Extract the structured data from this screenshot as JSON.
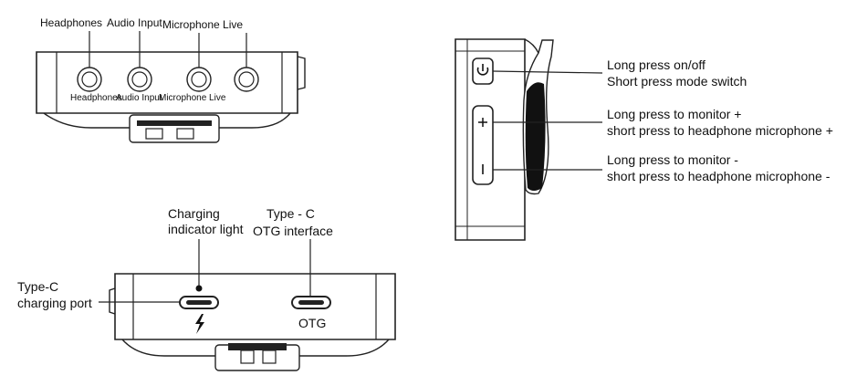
{
  "top_view": {
    "header_labels": {
      "headphones": "Headphones",
      "audio_input": "Audio Input",
      "microphone_live": "Microphone Live"
    },
    "port_labels": {
      "headphones": "Headphones",
      "audio_input": "Audio Input",
      "microphone_live": "Microphone Live"
    }
  },
  "bottom_view": {
    "charging_indicator": [
      "Charging",
      "indicator light"
    ],
    "type_c_otg": [
      "Type - C",
      "OTG interface"
    ],
    "type_c_charging": [
      "Type-C",
      "charging port"
    ],
    "otg_port_label": "OTG"
  },
  "side_view": {
    "power_button": [
      "Long press on/off",
      "Short press mode switch"
    ],
    "volume_plus": [
      "Long press to monitor +",
      "short press to headphone microphone +"
    ],
    "volume_minus": [
      "Long press to monitor -",
      "short press to headphone microphone -"
    ]
  }
}
